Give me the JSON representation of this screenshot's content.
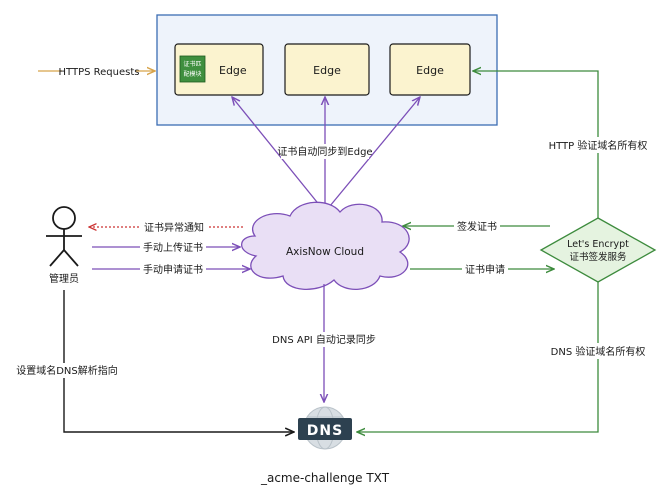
{
  "edges_box": {
    "edge_labels": [
      "Edge",
      "Edge",
      "Edge"
    ],
    "cert_module_label_lines": [
      "证书匹",
      "配模块"
    ]
  },
  "cloud": {
    "label": "AxisNow Cloud"
  },
  "lets_encrypt": {
    "label_lines": [
      "Let's Encrypt",
      "证书签发服务"
    ]
  },
  "admin": {
    "label": "管理员"
  },
  "dns": {
    "icon_text": "DNS",
    "caption": "_acme-challenge TXT"
  },
  "labels": {
    "https_requests": "HTTPS Requests",
    "sync_to_edge": "证书自动同步到Edge",
    "http_verify": "HTTP 验证域名所有权",
    "cert_alert": "证书异常通知",
    "manual_upload": "手动上传证书",
    "manual_apply": "手动申请证书",
    "issue_cert": "签发证书",
    "cert_apply": "证书申请",
    "dns_api": "DNS API 自动记录同步",
    "dns_verify": "DNS 验证域名所有权",
    "set_dns": "设置域名DNS解析指向"
  },
  "colors": {
    "edge_fill": "#fbf3cf",
    "edge_stroke": "#1a1a1a",
    "container_fill": "#eef3fb",
    "container_stroke": "#3b6db3",
    "cloud_fill": "#e9dff5",
    "cloud_stroke": "#7c4fb8",
    "purple": "#7c4fb8",
    "green": "#3d8b3d",
    "le_fill": "#e5f3e0",
    "orange": "#d7a34a",
    "red": "#cc3333",
    "dns_dark": "#2d4150",
    "dns_grey": "#b9c2c9"
  }
}
